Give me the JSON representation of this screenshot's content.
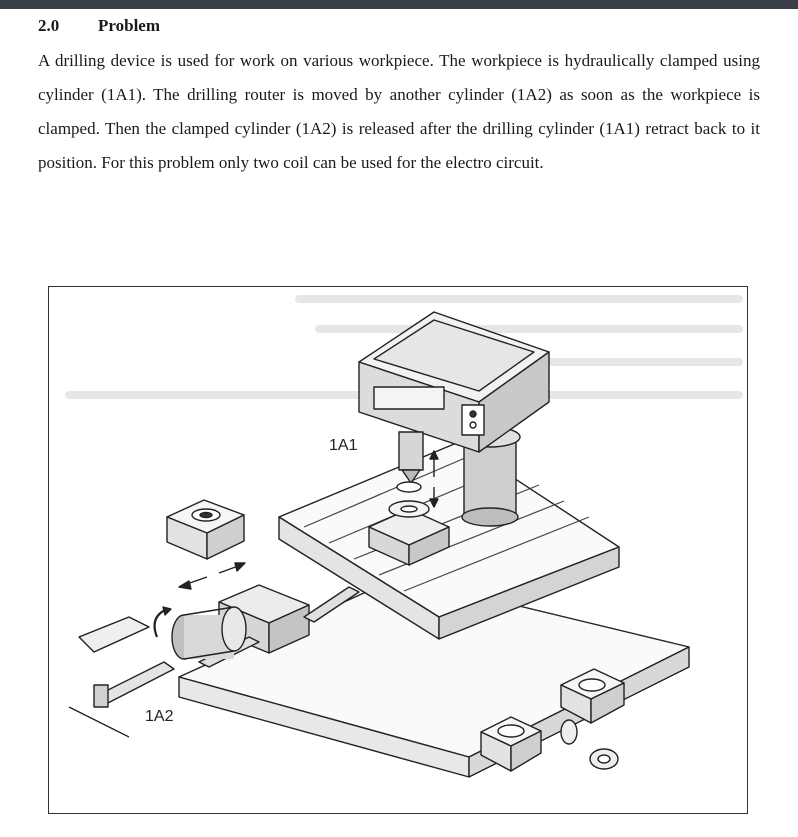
{
  "section": {
    "number": "2.0",
    "title": "Problem"
  },
  "paragraph": "A drilling device is used for work on various workpiece. The workpiece is hydraulically clamped using cylinder (1A1). The drilling router is moved by another cylinder (1A2) as soon as the workpiece is clamped. Then the clamped cylinder (1A2) is released after the drilling cylinder (1A1) retract back to it position. For this problem only two coil can be used for the electro circuit.",
  "figure": {
    "label_1a1": "1A1",
    "label_1a2": "1A2"
  }
}
